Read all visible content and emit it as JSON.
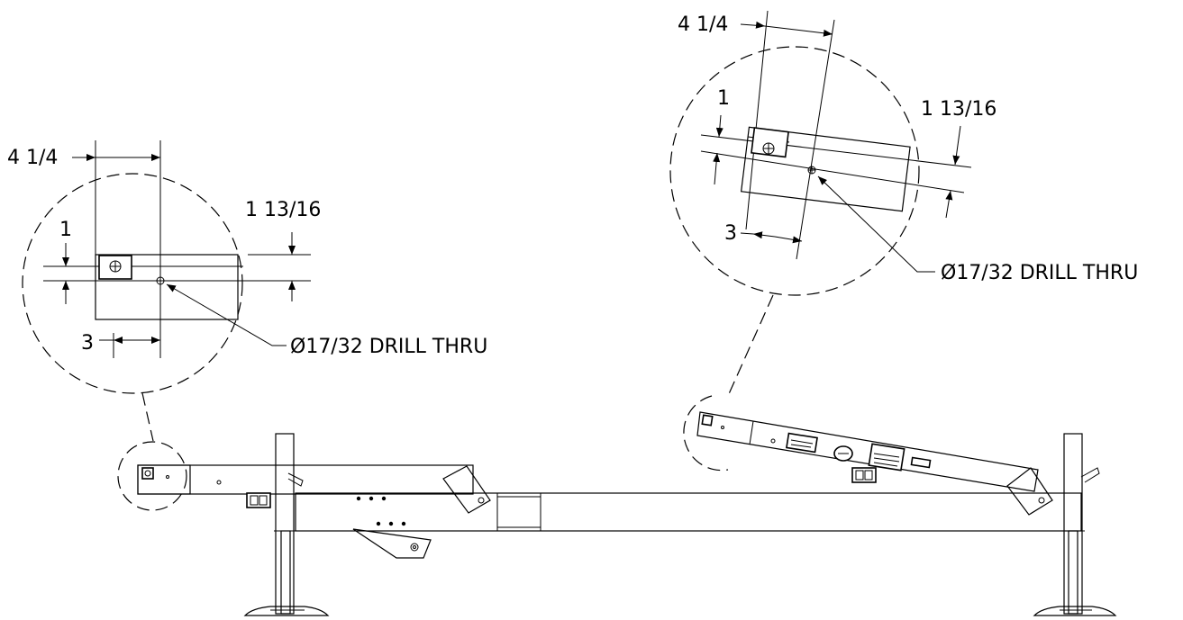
{
  "detail_left": {
    "dim_offset": "4 1/4",
    "dim_height": "1 13/16",
    "dim_top": "1",
    "dim_spacing": "3",
    "drill_note": "Ø17/32 DRILL THRU"
  },
  "detail_right": {
    "dim_offset": "4 1/4",
    "dim_height": "1 13/16",
    "dim_top": "1",
    "dim_spacing": "3",
    "drill_note": "Ø17/32 DRILL THRU"
  }
}
